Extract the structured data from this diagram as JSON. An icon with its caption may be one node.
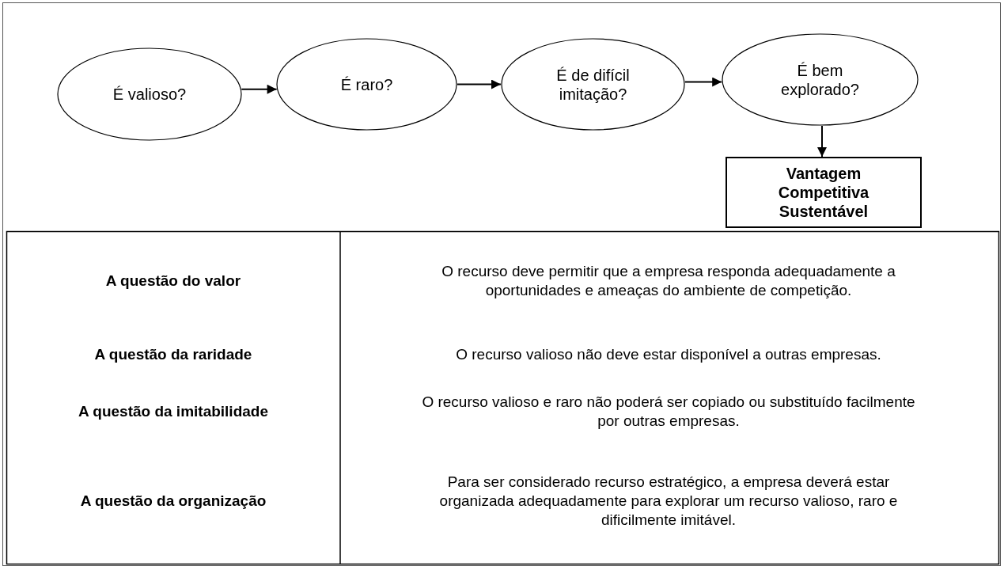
{
  "diagram": {
    "nodes": [
      {
        "text": [
          "É valioso?"
        ]
      },
      {
        "text": [
          "É raro?"
        ]
      },
      {
        "text": [
          "É de difícil imitação?"
        ]
      },
      {
        "text": [
          "É bem explorado?"
        ]
      },
      {
        "text": [
          "Vantagem Competitiva Sustentável"
        ]
      }
    ],
    "edges": [
      {
        "from": 0,
        "to": 1,
        "arrow": "to"
      },
      {
        "from": 1,
        "to": 2,
        "arrow": "to"
      },
      {
        "from": 2,
        "to": 3,
        "arrow": "to"
      },
      {
        "from": 3,
        "to": 4,
        "arrow": "to"
      }
    ],
    "labels": [
      "A questão do valor",
      "O recurso deve permitir que a empresa responda adequadamente a oportunidades e ameaças do ambiente de competição.",
      "A questão da raridade",
      "O recurso valioso não deve estar disponível a outras empresas.",
      "A questão da imitabilidade",
      "O recurso valioso e raro não poderá ser copiado ou substituído facilmente por outras empresas.",
      "A questão da organização",
      "Para ser considerado recurso estratégico, a empresa deverá estar organizada adequadamente para explorar um recurso valioso, raro e dificilmente imitável."
    ]
  }
}
